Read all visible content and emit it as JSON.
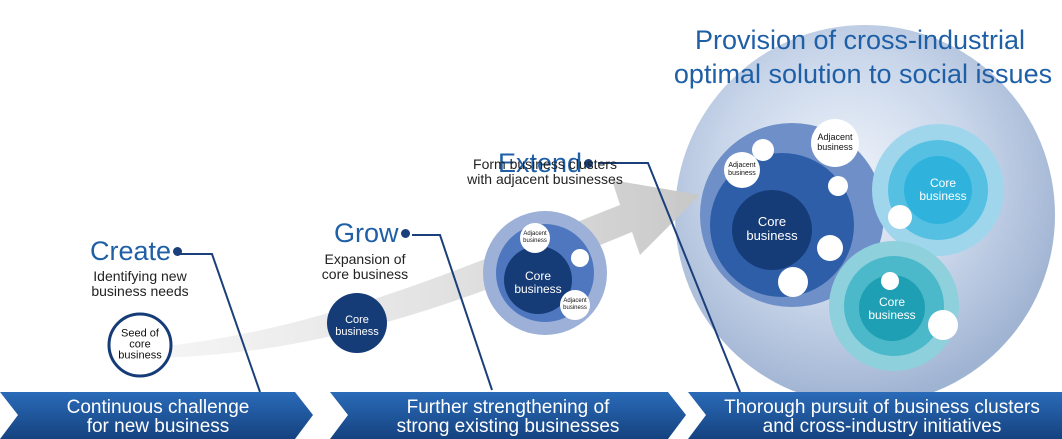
{
  "headline": {
    "line1": "Provision of cross-industrial",
    "line2": "optimal solution to social issues"
  },
  "stages": {
    "create": {
      "title": "Create",
      "desc1": "Identifying new",
      "desc2": "business needs"
    },
    "grow": {
      "title": "Grow",
      "desc1": "Expansion of",
      "desc2": "core business"
    },
    "extend": {
      "title": "Extend",
      "desc1": "Form business clusters",
      "desc2": "with adjacent businesses"
    }
  },
  "circles": {
    "seed": {
      "l1": "Seed of",
      "l2": "core",
      "l3": "business"
    },
    "core_l1": "Core",
    "core_l2": "business",
    "adjacent_l1": "Adjacent",
    "adjacent_l2": "business"
  },
  "banners": {
    "left": {
      "l1": "Continuous challenge",
      "l2": "for new business"
    },
    "middle": {
      "l1": "Further strengthening of",
      "l2": "strong existing businesses"
    },
    "right": {
      "l1": "Thorough pursuit of business clusters",
      "l2": "and cross-industry initiatives"
    }
  },
  "colors": {
    "title_blue": "#1f5fa6",
    "navy": "#163c78",
    "banner_blue": "#1b4f93",
    "cyan": "#2fb3dc",
    "teal": "#1f9fb4"
  }
}
